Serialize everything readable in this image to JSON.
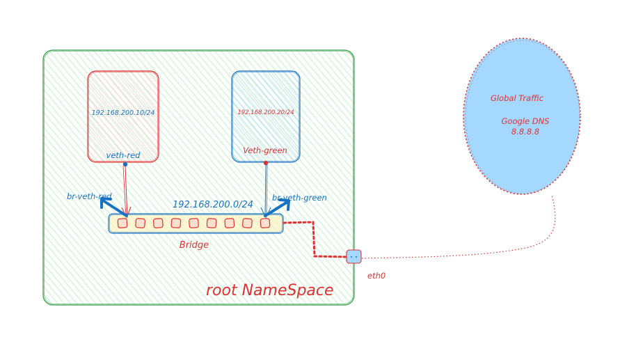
{
  "diagram": {
    "namespace_label": "root NameSpace",
    "red_ns": {
      "ip": "192.168.200.10/24",
      "veth": "veth-red"
    },
    "green_ns": {
      "ip": "192.168.200.20/24",
      "veth": "Veth-green"
    },
    "bridge": {
      "label": "Bridge",
      "subnet": "192.168.200.0/24",
      "port_count": 9,
      "br_veth_red": "br-veth-red",
      "br_veth_green": "br-veth-green"
    },
    "eth0_label": "eth0",
    "cloud": {
      "line1": "Global Traffic",
      "line2": "Google DNS",
      "line3": "8.8.8.8"
    },
    "colors": {
      "red": "#e03131",
      "blue": "#1971c2",
      "green": "#2f9e44",
      "light_green": "#b2f2bb",
      "light_red": "#ffc9c9",
      "light_blue": "#a5d8ff",
      "bridge_fill": "#fff3bf"
    }
  }
}
